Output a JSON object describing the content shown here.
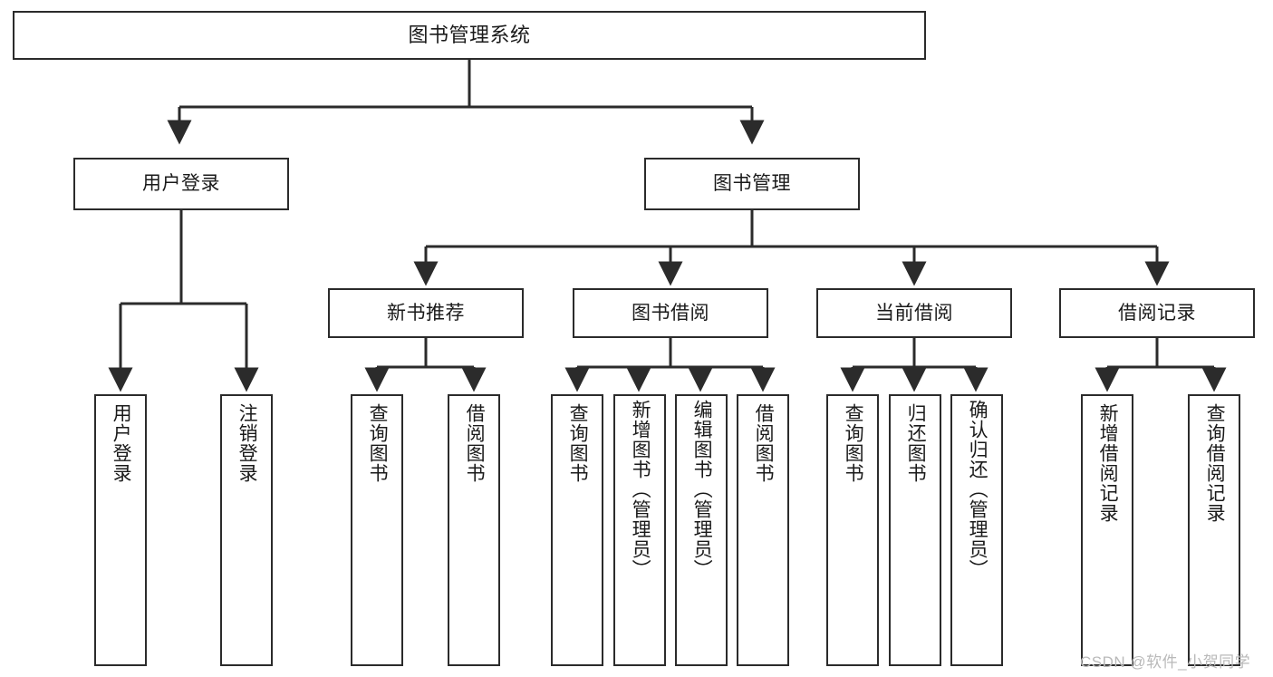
{
  "diagram": {
    "title": "图书管理系统",
    "type": "tree-hierarchy",
    "root": {
      "label": "图书管理系统",
      "level": 0
    },
    "level1": [
      {
        "label": "用户登录"
      },
      {
        "label": "图书管理"
      }
    ],
    "level2": [
      {
        "label": "新书推荐"
      },
      {
        "label": "图书借阅"
      },
      {
        "label": "当前借阅"
      },
      {
        "label": "借阅记录"
      }
    ],
    "leaves": {
      "user_login": [
        {
          "label": "用户登录"
        },
        {
          "label": "注销登录"
        }
      ],
      "new_book": [
        {
          "label": "查询图书"
        },
        {
          "label": "借阅图书"
        }
      ],
      "book_borrow": [
        {
          "label": "查询图书"
        },
        {
          "label": "新增图书（管理员）"
        },
        {
          "label": "编辑图书（管理员）"
        },
        {
          "label": "借阅图书"
        }
      ],
      "current_borrow": [
        {
          "label": "查询图书"
        },
        {
          "label": "归还图书"
        },
        {
          "label": "确认归还（管理员）"
        }
      ],
      "borrow_record": [
        {
          "label": "新增借阅记录"
        },
        {
          "label": "查询借阅记录"
        }
      ]
    },
    "watermark": "CSDN @软件_小贺同学",
    "colors": {
      "stroke": "#2b2b2b",
      "fill": "#ffffff",
      "text": "#1a1a1a",
      "watermark": "#b9b9b9"
    }
  }
}
